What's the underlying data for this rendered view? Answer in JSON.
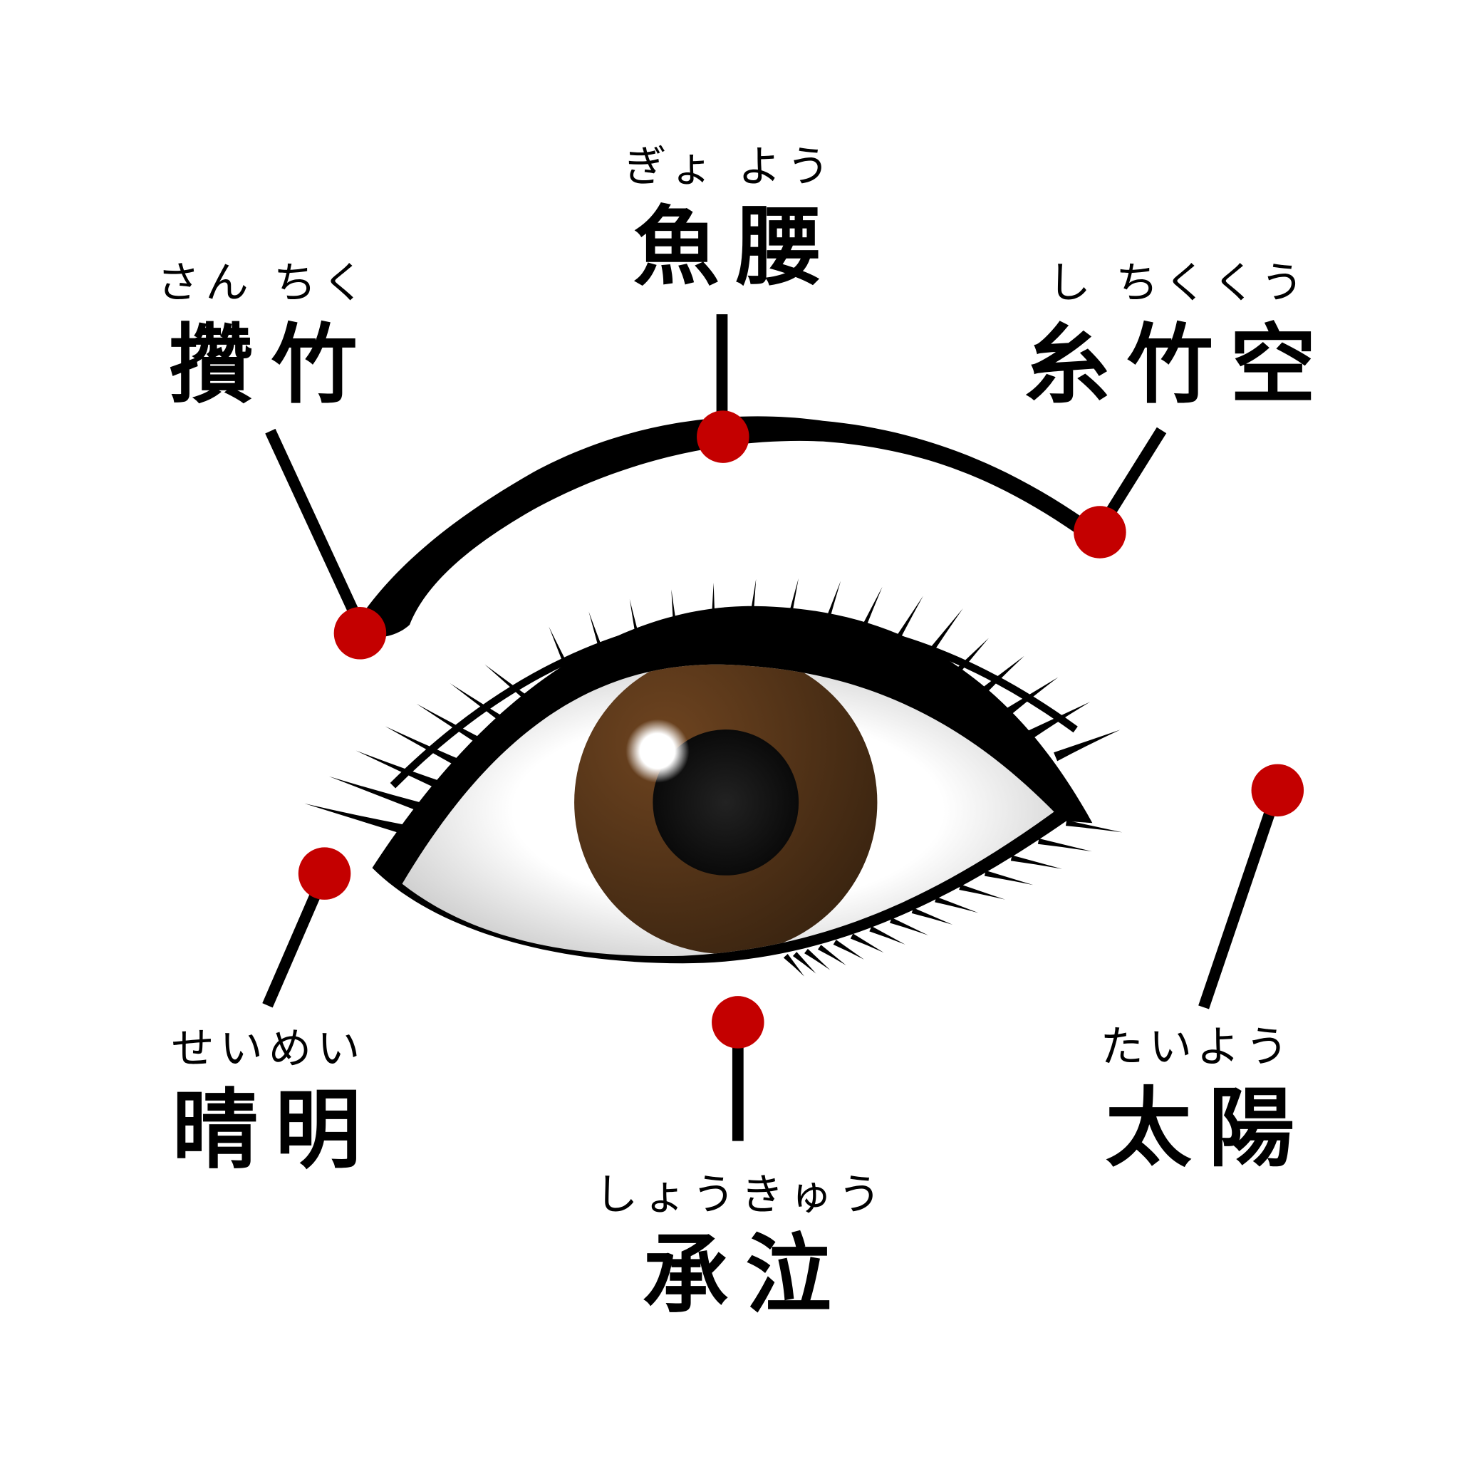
{
  "colors": {
    "point": "#c40000",
    "line": "#000000",
    "iris": "#5a3518",
    "pupil": "#111111"
  },
  "points": [
    {
      "id": "sanchiku",
      "ruby": "さん ちく",
      "kanji": "攢竹"
    },
    {
      "id": "gyoyou",
      "ruby": "ぎょ よう",
      "kanji": "魚腰"
    },
    {
      "id": "shichikukuu",
      "ruby": "し ちくくう",
      "kanji": "糸竹空"
    },
    {
      "id": "seimei",
      "ruby": "せいめい",
      "kanji": "晴明"
    },
    {
      "id": "shoukyuu",
      "ruby": "しょうきゅう",
      "kanji": "承泣"
    },
    {
      "id": "taiyou",
      "ruby": "たいよう",
      "kanji": "太陽"
    }
  ]
}
